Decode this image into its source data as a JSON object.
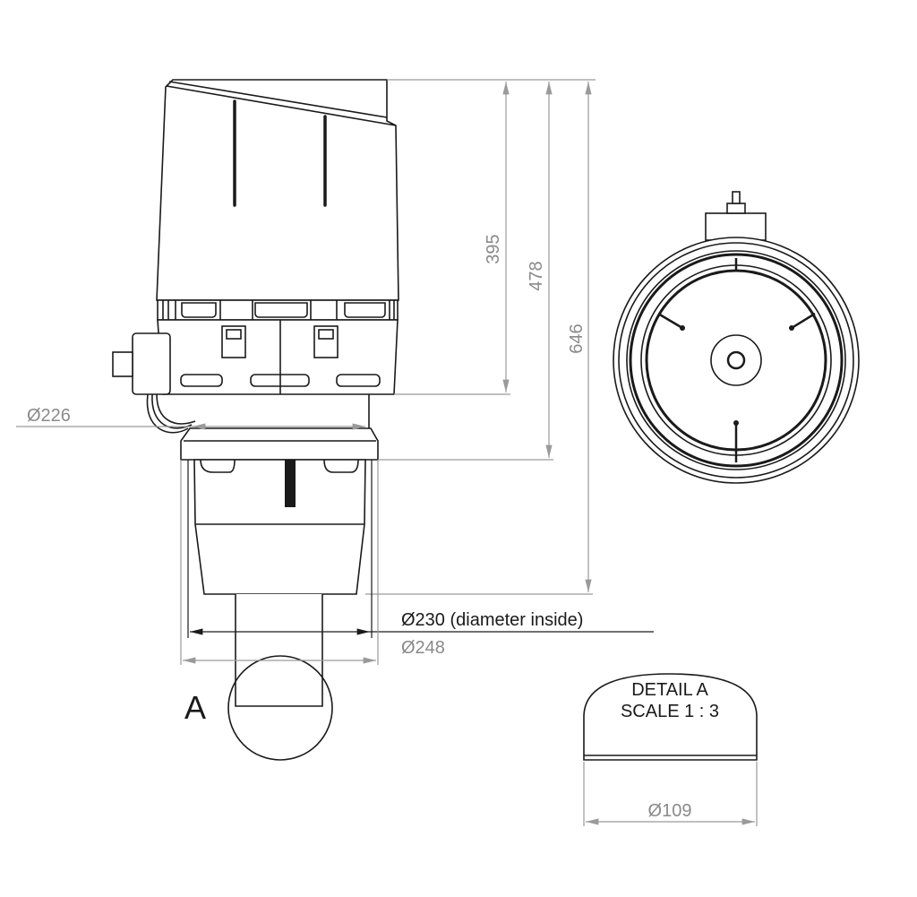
{
  "dimensions": {
    "h395": "395",
    "h478": "478",
    "h646": "646",
    "d226": "Ø226",
    "d230": "Ø230 (diameter inside)",
    "d248": "Ø248",
    "d109": "Ø109"
  },
  "detail": {
    "marker": "A",
    "title": "DETAIL A",
    "scale": "SCALE 1 : 3"
  },
  "colors": {
    "line": "#1a1a1a",
    "dimension": "#9a9a9a"
  }
}
